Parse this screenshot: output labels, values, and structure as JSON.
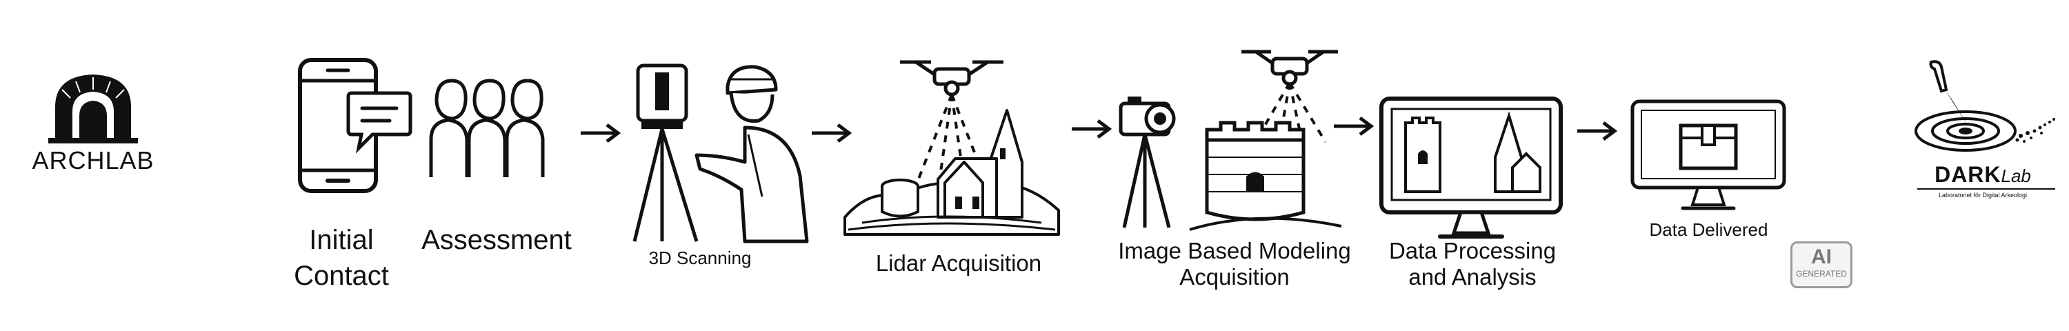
{
  "header": {
    "archlab_label": "ARCHLAB",
    "darklab_prefix": "DARK",
    "darklab_suffix": "Lab",
    "darklab_tagline": "Laboratoriet för Digital Arkeologi"
  },
  "steps": {
    "initial_contact": "Initial Contact",
    "assessment": "Assessment",
    "scanning": "3D Scanning",
    "lidar": "Lidar Acquisition",
    "image_modeling": "Image Based Modeling Acquisition",
    "processing": "Data Processing and Analysis",
    "delivered": "Data Delivered"
  },
  "badge": {
    "line1": "AI",
    "line2": "GENERATED"
  },
  "colors": {
    "ink": "#111111",
    "background": "#ffffff",
    "badge_border": "#9a9a9a"
  },
  "icons": [
    "archlab-logo-arch-icon",
    "smartphone-icon",
    "chat-bubble-icon",
    "people-group-icon",
    "arrow-right-icon",
    "3d-scanner-icon",
    "surveyor-icon",
    "drone-icon",
    "church-icon",
    "tower-icon",
    "camera-tripod-icon",
    "monitor-icon",
    "package-box-icon",
    "trowel-icon"
  ]
}
